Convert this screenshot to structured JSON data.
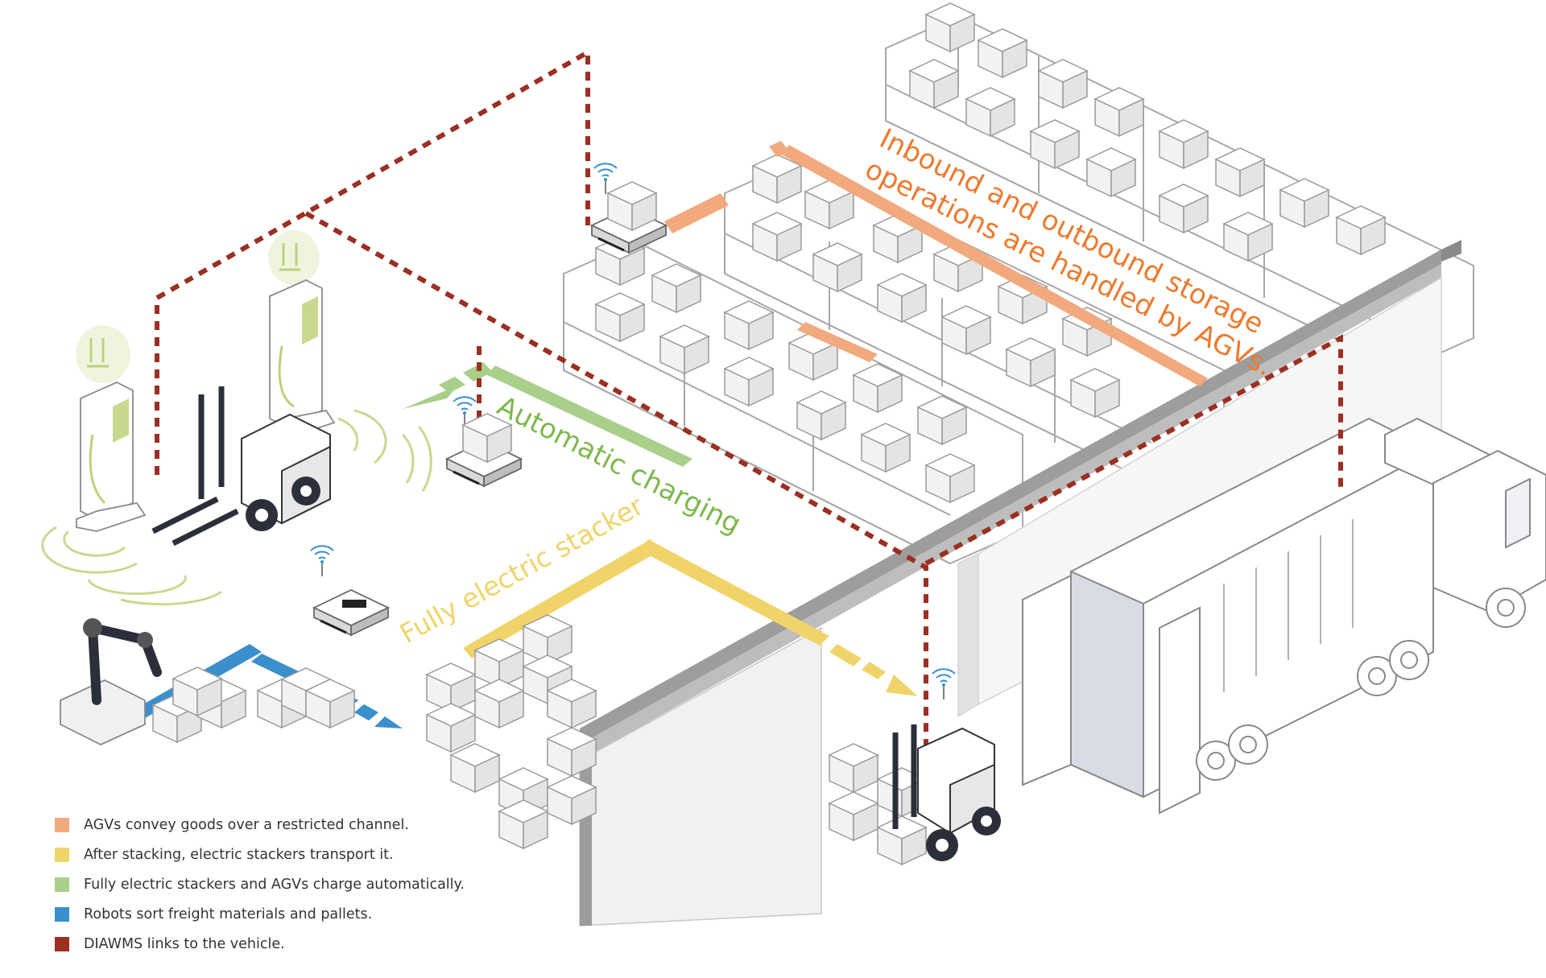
{
  "labels": {
    "inbound_line1": "Inbound and outbound storage",
    "inbound_line2": "operations are handled by AGVs.",
    "charging": "Automatic charging",
    "stacker": "Fully electric stacker"
  },
  "legend": [
    {
      "color": "#f2a97e",
      "text": "AGVs convey goods over a restricted channel."
    },
    {
      "color": "#f0d46a",
      "text": "After stacking, electric stackers transport it."
    },
    {
      "color": "#a9cf8a",
      "text": "Fully electric stackers and AGVs charge automatically."
    },
    {
      "color": "#3a8fcc",
      "text": "Robots sort freight materials and pallets."
    },
    {
      "color": "#9b2f22",
      "text": "DIAWMS links to the vehicle."
    }
  ],
  "colors": {
    "orange_text": "#ec7a2e",
    "green_text": "#7cb84b",
    "yellow_text": "#f0d46a",
    "dashed_link": "#9b2f22",
    "wall": "#9d9d9d",
    "line": "#888888"
  }
}
